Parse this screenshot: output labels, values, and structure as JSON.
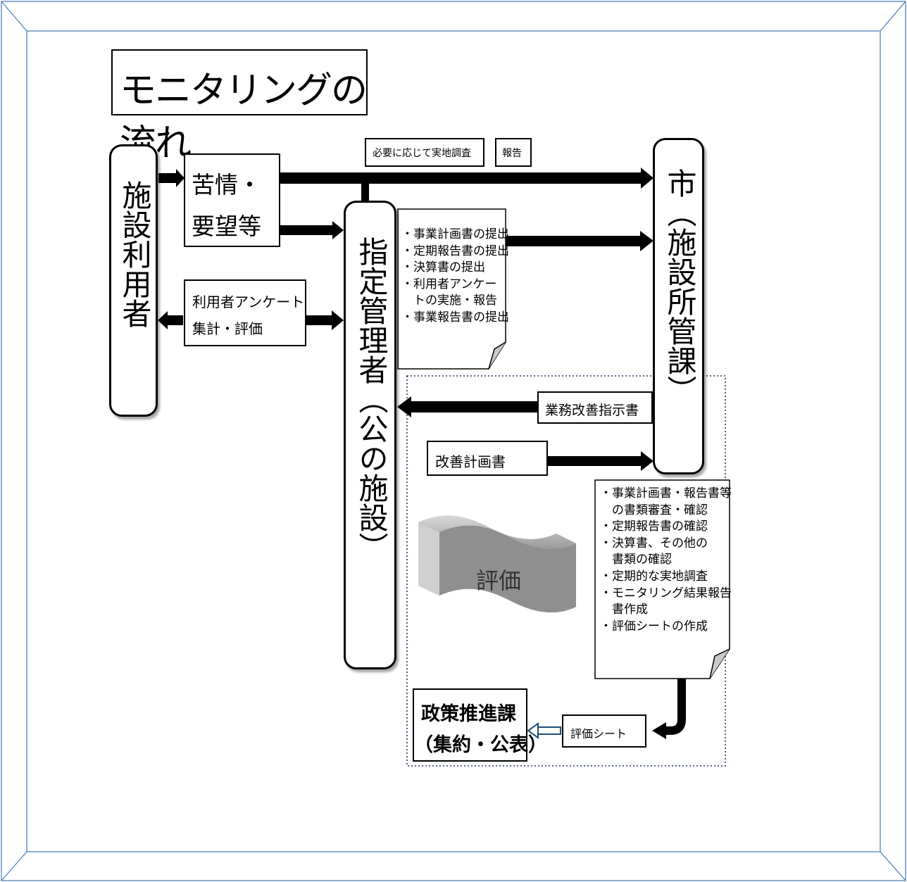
{
  "title": "モニタリングの流れ",
  "nodes": {
    "facility_users": "施設利用者",
    "designated_manager": "指定管理者（公の施設）",
    "city": "市（施設所管課）",
    "complaints_line1": "苦情・",
    "complaints_line2": "要望等",
    "survey_line1": "利用者アンケート",
    "survey_line2": "集計・評価",
    "onsite_survey": "必要に応じて実地調査",
    "report": "報告",
    "improvement_order": "業務改善指示書",
    "improvement_plan": "改善計画書",
    "evaluation": "評価",
    "eval_sheet": "評価シート",
    "policy_line1": "政策推進課",
    "policy_line2": "（集約・公表）"
  },
  "manager_tasks": [
    "・事業計画書の提出",
    "・定期報告書の提出",
    "・決算書の提出",
    "・利用者アンケー",
    "　トの実施・報告",
    "・事業報告書の提出"
  ],
  "city_tasks": [
    "・事業計画書・報告書等",
    "　の書類審査・確認",
    "・定期報告書の確認",
    "・決算書、その他の",
    "　書類の確認",
    "・定期的な実地調査",
    "・モニタリング結果報告",
    "　書作成",
    "・評価シートの作成"
  ],
  "colors": {
    "frame": "#4f81bd",
    "dotted_region": "#1f3864",
    "eval_arrow": "#1f4e79",
    "shape_gray": "#8c8c8c"
  }
}
